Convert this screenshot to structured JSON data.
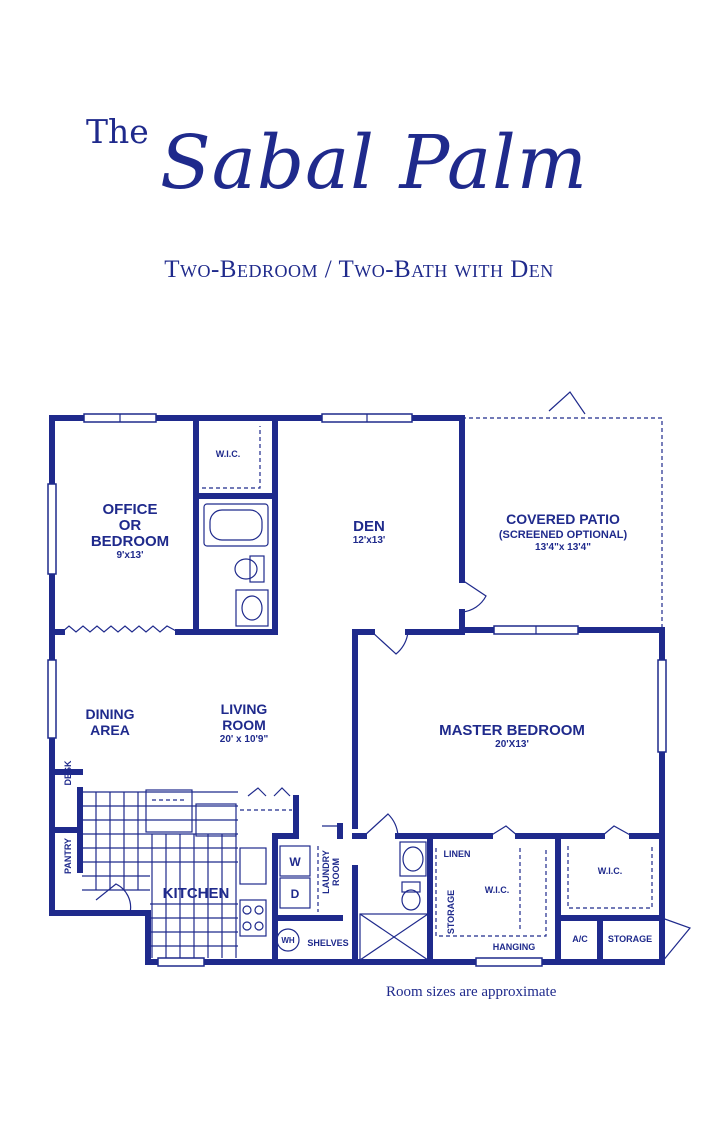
{
  "header": {
    "the": "The",
    "name": "Sabal Palm",
    "subtitle": "Two-Bedroom / Two-Bath with Den"
  },
  "rooms": {
    "office_line1": "OFFICE",
    "office_line2": "OR",
    "office_line3": "BEDROOM",
    "office_size": "9'x13'",
    "wic1": "W.I.C.",
    "den": "DEN",
    "den_size": "12'x13'",
    "patio_line1": "COVERED PATIO",
    "patio_line2": "(SCREENED OPTIONAL)",
    "patio_size": "13'4\"x 13'4\"",
    "dining_line1": "DINING",
    "dining_line2": "AREA",
    "living_line1": "LIVING",
    "living_line2": "ROOM",
    "living_size": "20' x 10'9\"",
    "master": "MASTER BEDROOM",
    "master_size": "20'X13'",
    "desk": "DESK",
    "pantry": "PANTRY",
    "kitchen": "KITCHEN",
    "washer": "W",
    "dryer": "D",
    "laundry_line1": "LAUNDRY",
    "laundry_line2": "ROOM",
    "wh": "WH",
    "shelves": "SHELVES",
    "linen": "LINEN",
    "storage_v": "STORAGE",
    "wic2": "W.I.C.",
    "hanging": "HANGING",
    "wic3": "W.I.C.",
    "ac": "A/C",
    "storage": "STORAGE"
  },
  "footer": {
    "note": "Room sizes are approximate"
  },
  "colors": {
    "ink": "#1f2a8c",
    "background": "#ffffff"
  }
}
